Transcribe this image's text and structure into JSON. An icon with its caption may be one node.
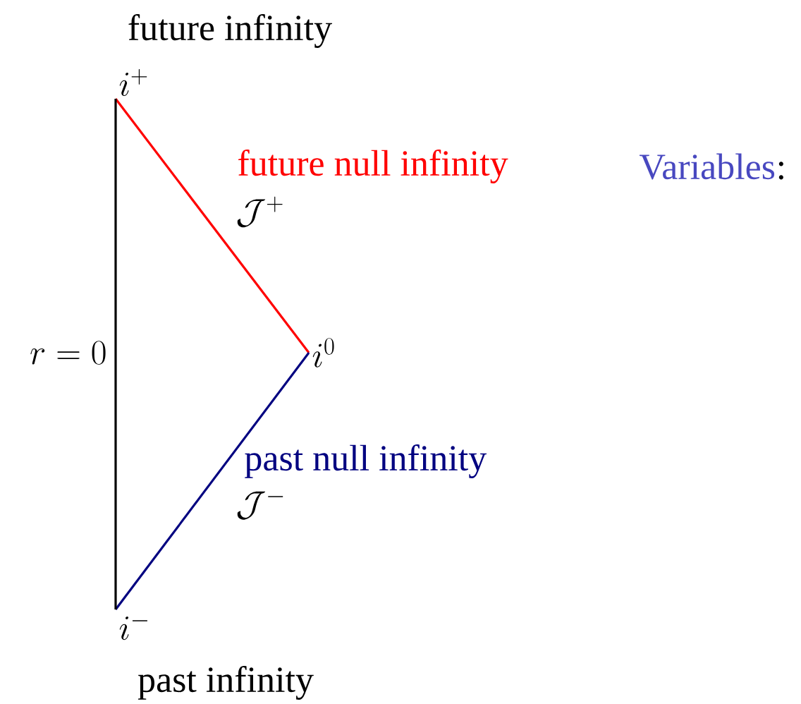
{
  "diagram": {
    "nodes": [
      {
        "text": [
          "i^{+}"
        ],
        "beside": [
          "future infinity"
        ]
      },
      {
        "text": [
          "i^{0}"
        ]
      },
      {
        "text": [
          "i^{-}"
        ],
        "beside": [
          "past infinity"
        ]
      }
    ],
    "edges": [
      {
        "from": 0,
        "to": 1,
        "arrow": "none",
        "label": "future null infinity",
        "color": "#ff0000"
      },
      {
        "from": 1,
        "to": 2,
        "arrow": "none",
        "label": "past null infinity",
        "color": "#000080"
      },
      {
        "from": 0,
        "to": 2,
        "arrow": "none",
        "label": "r = 0",
        "color": "#000000"
      }
    ],
    "labels": [
      "\\mathcal{J}^{+}",
      "\\mathcal{J}^{-}",
      "Variables",
      ":"
    ]
  }
}
